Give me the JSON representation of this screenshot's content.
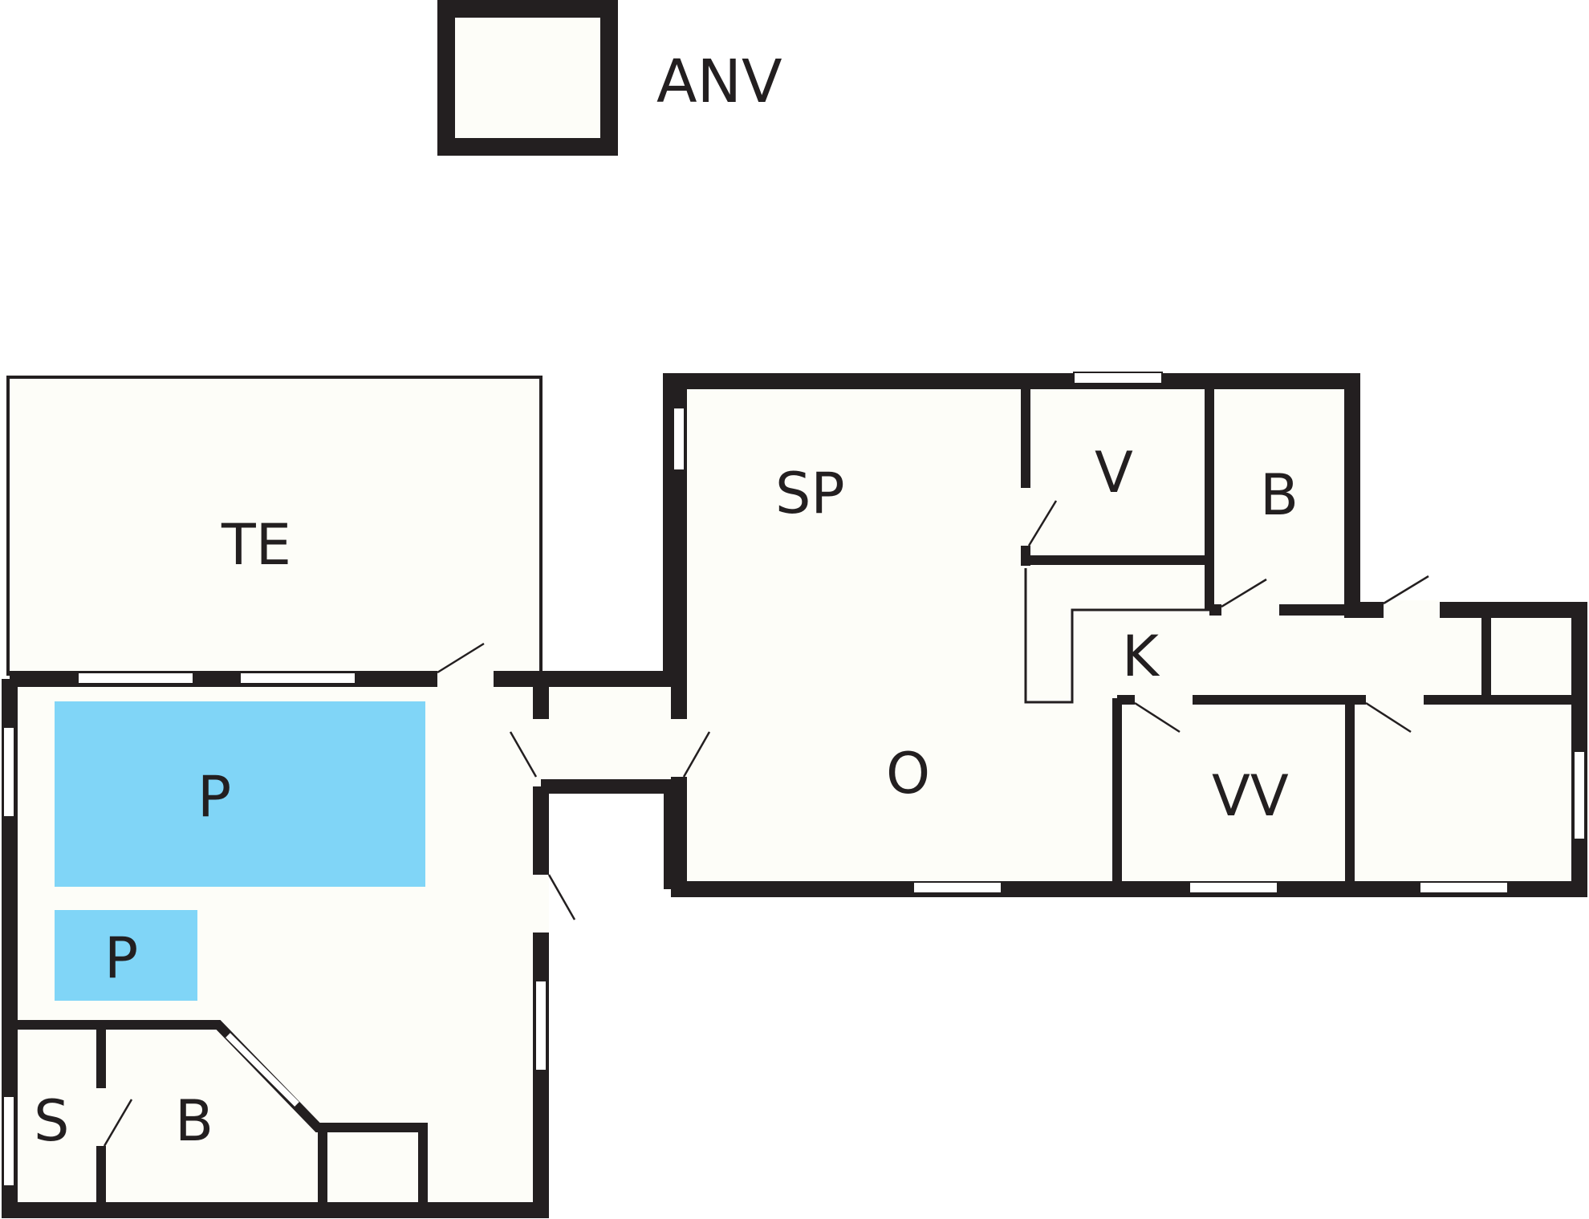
{
  "legend": {
    "label": "ANV"
  },
  "rooms": {
    "te": "TE",
    "p_large": "P",
    "p_small": "P",
    "s": "S",
    "b_left": "B",
    "sp": "SP",
    "v": "V",
    "b_right": "B",
    "k": "K",
    "o": "O",
    "vv": "VV"
  },
  "colors": {
    "wall": "#231f20",
    "floor": "#fdfdf8",
    "highlight": "#80d5f7"
  }
}
